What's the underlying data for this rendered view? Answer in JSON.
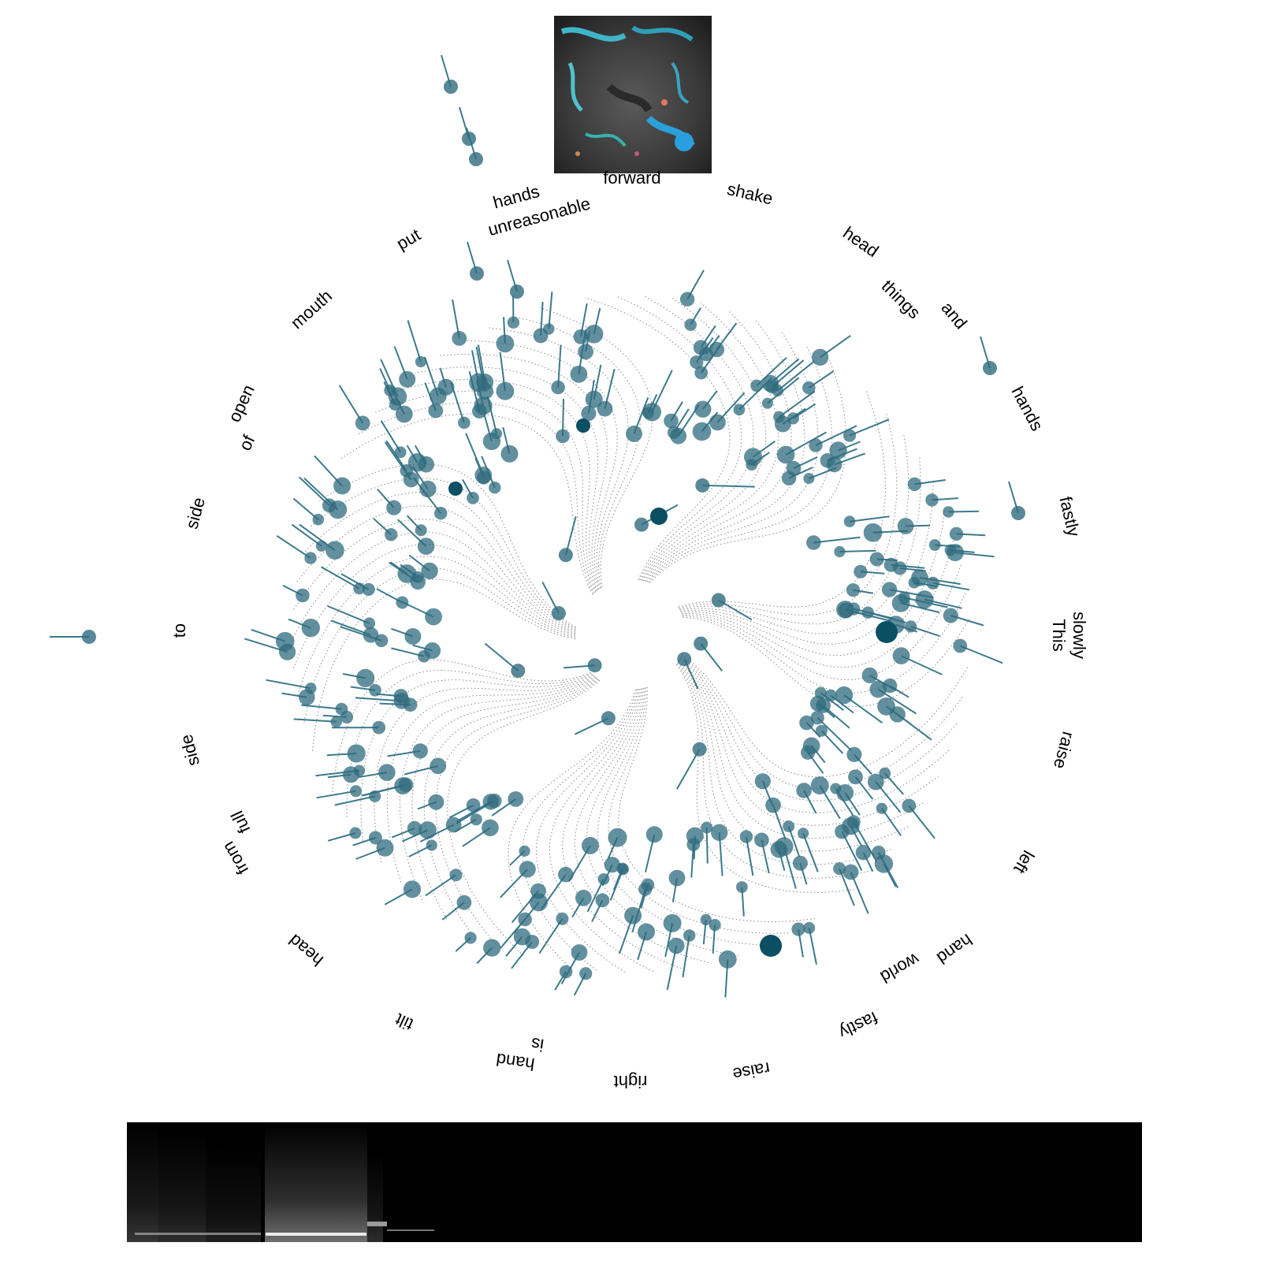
{
  "colors": {
    "node": "#2f6b7e",
    "node_dark": "#0b4f63",
    "stem": "#3c7a8c",
    "contour": "#555555",
    "background": "#ffffff",
    "spectrogram_bg": "#000000"
  },
  "words": [
    {
      "text": "forward"
    },
    {
      "text": "shake"
    },
    {
      "text": "head"
    },
    {
      "text": "things"
    },
    {
      "text": "and"
    },
    {
      "text": "hands"
    },
    {
      "text": "fastly"
    },
    {
      "text": "slowly"
    },
    {
      "text": "This"
    },
    {
      "text": "raise"
    },
    {
      "text": "left"
    },
    {
      "text": "hand"
    },
    {
      "text": "world"
    },
    {
      "text": "fastly"
    },
    {
      "text": "raise"
    },
    {
      "text": "right"
    },
    {
      "text": "hand"
    },
    {
      "text": "is"
    },
    {
      "text": "tilt"
    },
    {
      "text": "head"
    },
    {
      "text": "from"
    },
    {
      "text": "full"
    },
    {
      "text": "side"
    },
    {
      "text": "to"
    },
    {
      "text": "side"
    },
    {
      "text": "of"
    },
    {
      "text": "open"
    },
    {
      "text": "mouth"
    },
    {
      "text": "put"
    },
    {
      "text": "unreasonable"
    },
    {
      "text": "hands"
    }
  ]
}
